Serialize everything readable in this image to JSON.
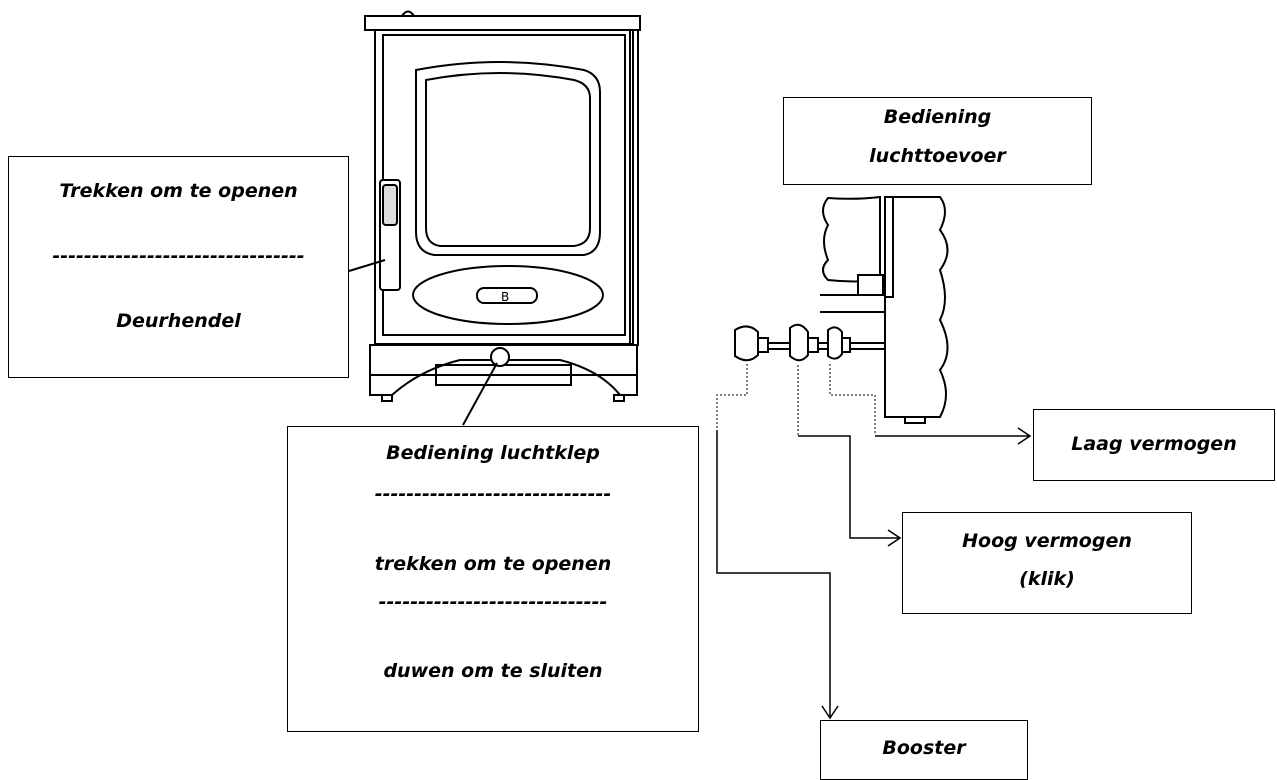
{
  "labels": {
    "door_handle": {
      "line1": "Trekken om te openen",
      "divider": "--------------------------------",
      "line2": "Deurhendel"
    },
    "air_valve": {
      "title": "Bediening luchtklep",
      "divider1": "------------------------------",
      "line2": "trekken om te openen",
      "divider2": "-----------------------------",
      "line3": "duwen om te sluiten"
    },
    "air_supply": {
      "line1": "Bediening",
      "line2": "luchttoevoer"
    },
    "low_power": "Laag vermogen",
    "high_power": {
      "line1": "Hoog vermogen",
      "line2": "(klik)"
    },
    "booster": "Booster"
  },
  "stove_badge": "B"
}
